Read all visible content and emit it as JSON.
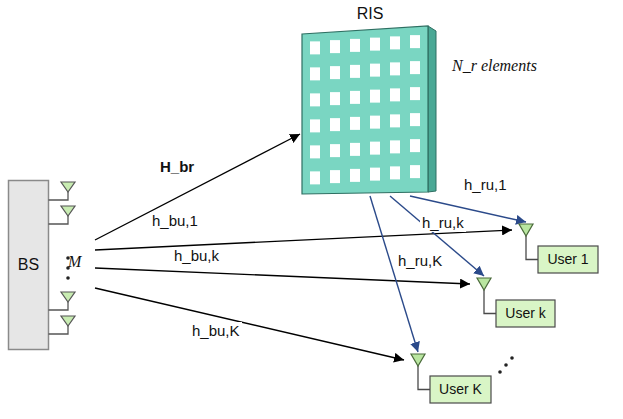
{
  "diagram": {
    "nodes": [
      {
        "text": [
          "BS"
        ]
      },
      {
        "text": [
          "RIS"
        ]
      },
      {
        "text": [
          "User 1"
        ]
      },
      {
        "text": [
          "User k"
        ]
      },
      {
        "text": [
          "User K"
        ]
      }
    ],
    "edges": [
      {
        "from": 0,
        "to": 1,
        "arrow": "to",
        "label": "H_br"
      },
      {
        "from": 0,
        "to": 2,
        "arrow": "to",
        "label": "h_bu,1"
      },
      {
        "from": 0,
        "to": 3,
        "arrow": "to",
        "label": "h_bu,k"
      },
      {
        "from": 0,
        "to": 4,
        "arrow": "to",
        "label": "h_bu,K"
      },
      {
        "from": 1,
        "to": 2,
        "arrow": "to",
        "label": "h_ru,1"
      },
      {
        "from": 1,
        "to": 3,
        "arrow": "to",
        "label": "h_ru,k"
      },
      {
        "from": 1,
        "to": 4,
        "arrow": "to",
        "label": "h_ru,K"
      }
    ],
    "labels": [
      "M",
      "N_r elements"
    ]
  }
}
